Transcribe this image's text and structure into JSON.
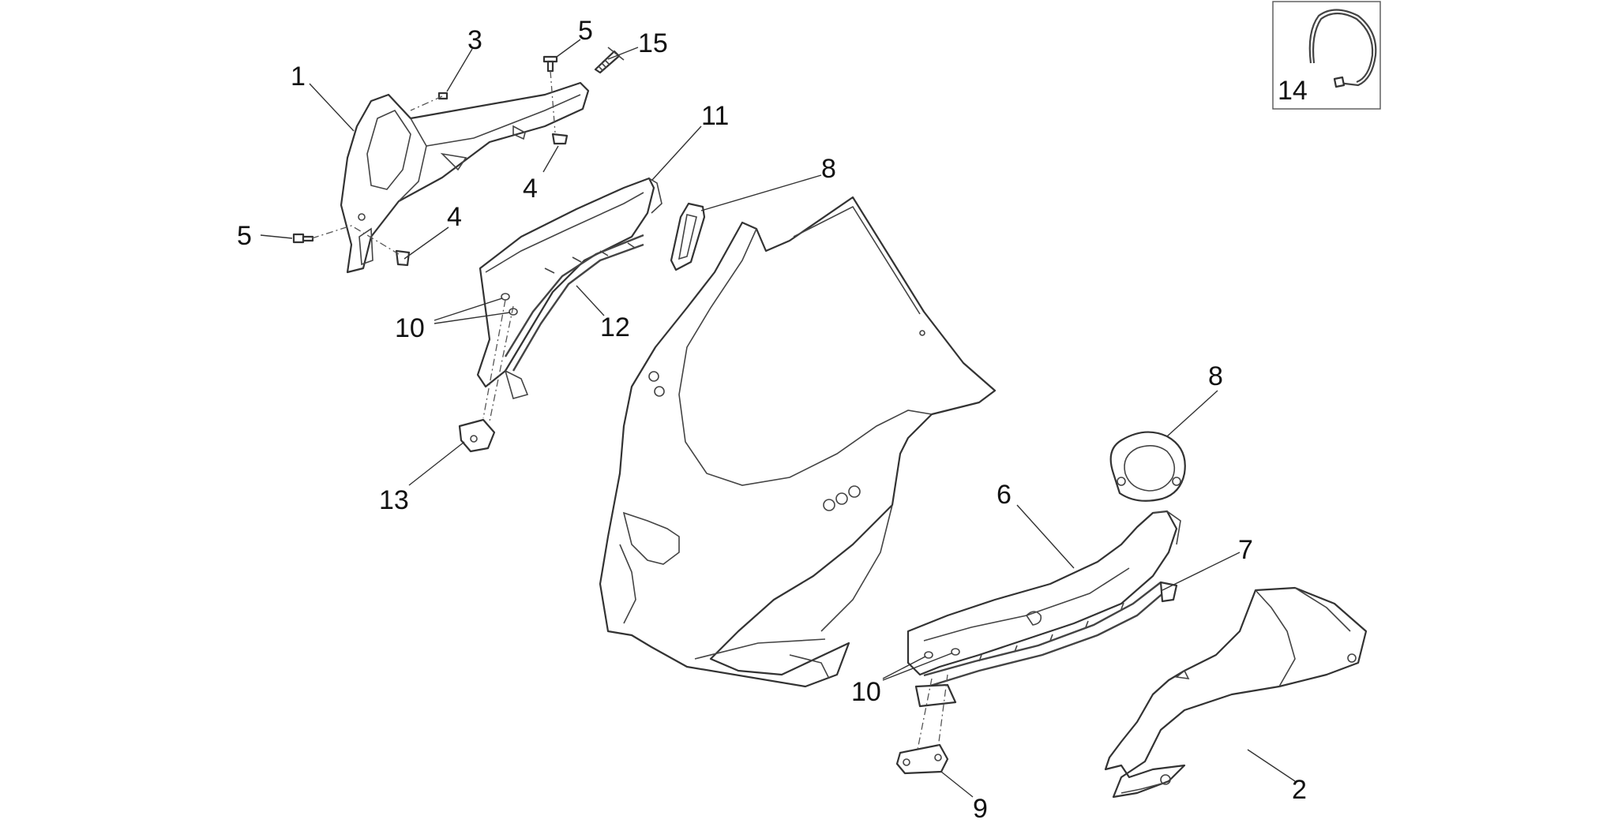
{
  "diagram": {
    "stroke_color": "#333333",
    "background": "#ffffff",
    "callouts": [
      {
        "label": "1"
      },
      {
        "label": "3"
      },
      {
        "label": "5"
      },
      {
        "label": "15"
      },
      {
        "label": "5"
      },
      {
        "label": "4"
      },
      {
        "label": "4"
      },
      {
        "label": "11"
      },
      {
        "label": "8"
      },
      {
        "label": "10"
      },
      {
        "label": "12"
      },
      {
        "label": "13"
      },
      {
        "label": "8"
      },
      {
        "label": "6"
      },
      {
        "label": "7"
      },
      {
        "label": "10"
      },
      {
        "label": "2"
      },
      {
        "label": "9"
      },
      {
        "label": "14"
      }
    ]
  }
}
